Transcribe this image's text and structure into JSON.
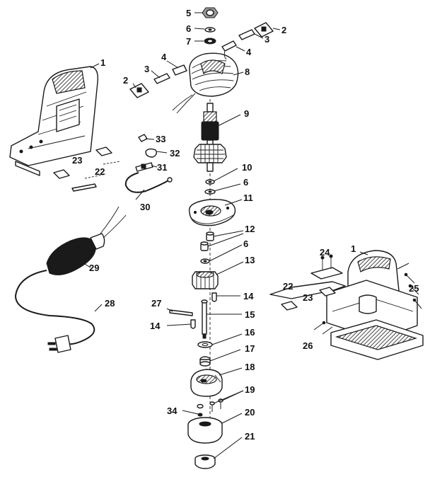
{
  "callouts": [
    {
      "id": "c5",
      "text": "5"
    },
    {
      "id": "c6a",
      "text": "6"
    },
    {
      "id": "c7",
      "text": "7"
    },
    {
      "id": "c2a",
      "text": "2"
    },
    {
      "id": "c3a",
      "text": "3"
    },
    {
      "id": "c4a",
      "text": "4"
    },
    {
      "id": "c4b",
      "text": "4"
    },
    {
      "id": "c3b",
      "text": "3"
    },
    {
      "id": "c2b",
      "text": "2"
    },
    {
      "id": "c8",
      "text": "8"
    },
    {
      "id": "c1a",
      "text": "1"
    },
    {
      "id": "c9",
      "text": "9"
    },
    {
      "id": "c33",
      "text": "33"
    },
    {
      "id": "c32",
      "text": "32"
    },
    {
      "id": "c23a",
      "text": "23"
    },
    {
      "id": "c22a",
      "text": "22"
    },
    {
      "id": "c31",
      "text": "31"
    },
    {
      "id": "c10",
      "text": "10"
    },
    {
      "id": "c6b",
      "text": "6"
    },
    {
      "id": "c11",
      "text": "11"
    },
    {
      "id": "c30",
      "text": "30"
    },
    {
      "id": "c12",
      "text": "12"
    },
    {
      "id": "c6c",
      "text": "6"
    },
    {
      "id": "c13",
      "text": "13"
    },
    {
      "id": "c29",
      "text": "29"
    },
    {
      "id": "c24",
      "text": "24"
    },
    {
      "id": "c1b",
      "text": "1"
    },
    {
      "id": "c22b",
      "text": "22"
    },
    {
      "id": "c23b",
      "text": "23"
    },
    {
      "id": "c25",
      "text": "25"
    },
    {
      "id": "c14a",
      "text": "14"
    },
    {
      "id": "c27",
      "text": "27"
    },
    {
      "id": "c28",
      "text": "28"
    },
    {
      "id": "c15",
      "text": "15"
    },
    {
      "id": "c14b",
      "text": "14"
    },
    {
      "id": "c16",
      "text": "16"
    },
    {
      "id": "c26",
      "text": "26"
    },
    {
      "id": "c17",
      "text": "17"
    },
    {
      "id": "c18",
      "text": "18"
    },
    {
      "id": "c19",
      "text": "19"
    },
    {
      "id": "c34",
      "text": "34"
    },
    {
      "id": "c20",
      "text": "20"
    },
    {
      "id": "c21",
      "text": "21"
    }
  ]
}
